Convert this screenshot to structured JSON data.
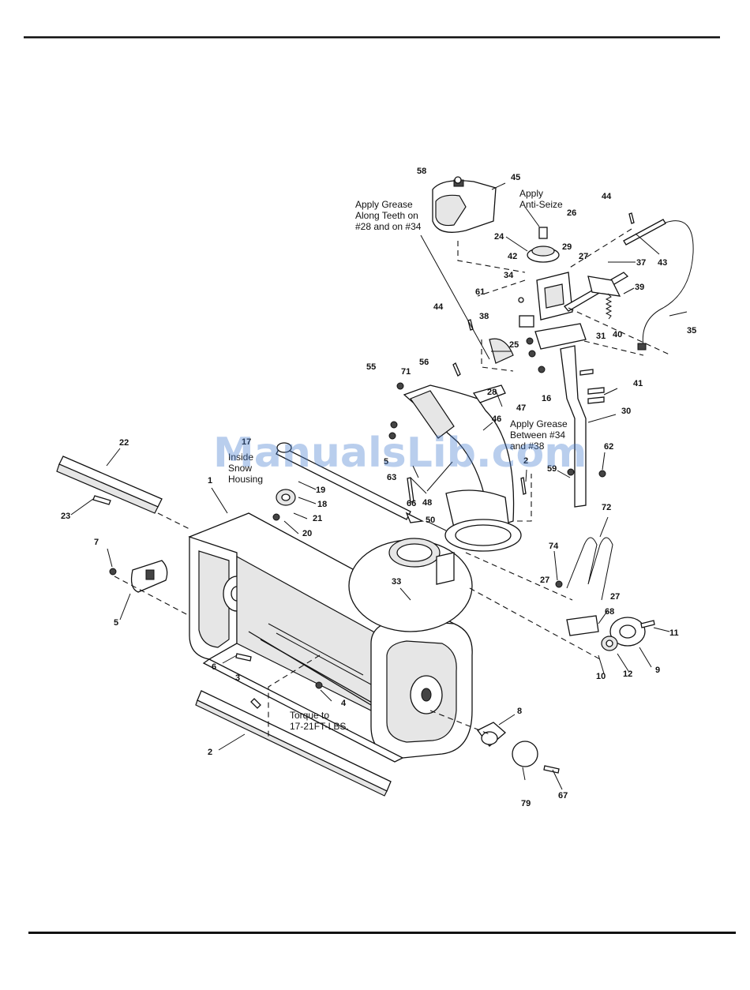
{
  "watermark": "ManualsLib.com",
  "notes": {
    "grease_teeth": [
      "Apply Grease",
      "Along Teeth on",
      "#28 and on #34"
    ],
    "anti_seize": [
      "Apply",
      "Anti-Seize"
    ],
    "grease_between": [
      "Apply Grease",
      "Between #34",
      "and #38"
    ],
    "inside_housing": [
      "Inside",
      "Snow",
      "Housing"
    ],
    "torque": [
      "Torque to",
      "17-21FT-LBS."
    ]
  },
  "callouts": {
    "c58": "58",
    "c45": "45",
    "c44a": "44",
    "c26": "26",
    "c24": "24",
    "c29": "29",
    "c27a": "27",
    "c42": "42",
    "c37": "37",
    "c43": "43",
    "c34": "34",
    "c39": "39",
    "c61": "61",
    "c44b": "44",
    "c38": "38",
    "c40": "40",
    "c31": "31",
    "c25": "25",
    "c35": "35",
    "c56": "56",
    "c55": "55",
    "c71": "71",
    "c28": "28",
    "c16": "16",
    "c41": "41",
    "c47": "47",
    "c30": "30",
    "c46": "46",
    "c17": "17",
    "c22": "22",
    "c5a": "5",
    "c63": "63",
    "c2a": "2",
    "c62": "62",
    "c59": "59",
    "c1": "1",
    "c19": "19",
    "c18": "18",
    "c66": "66",
    "c48": "48",
    "c72": "72",
    "c23": "23",
    "c21": "21",
    "c20": "20",
    "c50": "50",
    "c7": "7",
    "c74": "74",
    "c33": "33",
    "c27b": "27",
    "c27c": "27",
    "c5b": "5",
    "c68": "68",
    "c11": "11",
    "c9": "9",
    "c12": "12",
    "c10": "10",
    "c6": "6",
    "c3": "3",
    "c4": "4",
    "c8": "8",
    "c2b": "2",
    "c67": "67",
    "c79": "79"
  }
}
